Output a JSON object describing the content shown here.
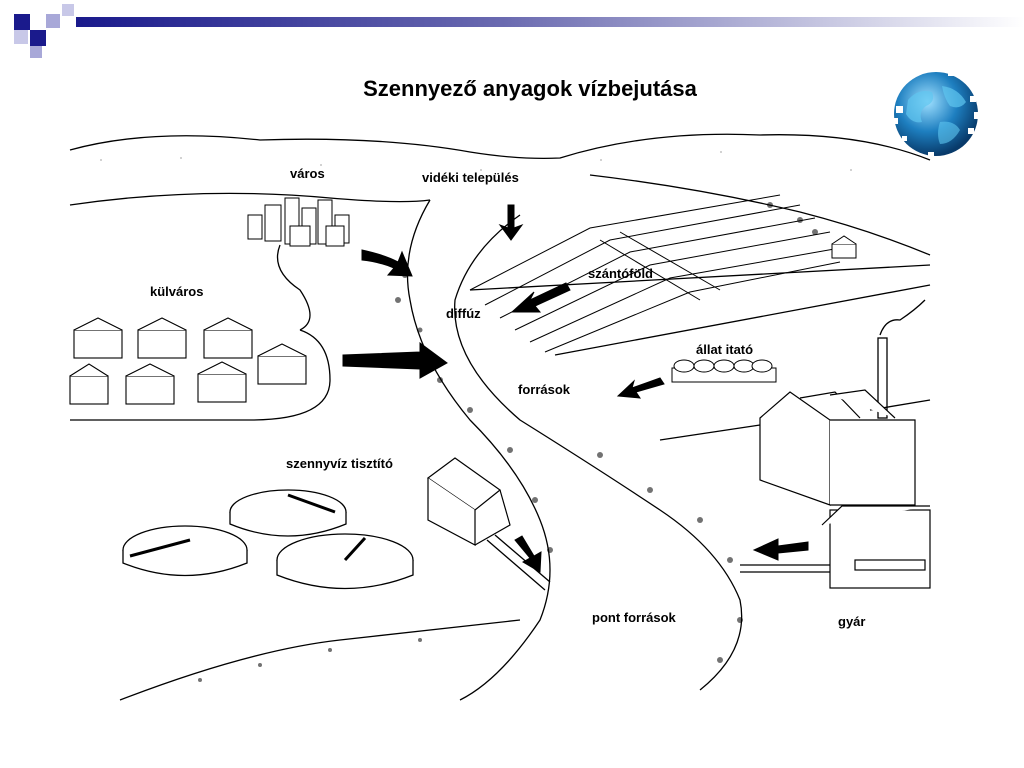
{
  "slide": {
    "title": "Szennyező anyagok vízbejutása",
    "accent_color": "#1a1a8c",
    "globe_icon": "globe-icon"
  },
  "diagram": {
    "labels": {
      "varos": "város",
      "videki": "vidéki település",
      "kulvaros": "külváros",
      "szantofold": "szántóföld",
      "diffuz": "diffúz",
      "allat_itato": "állat itató",
      "forrasok": "források",
      "szennyviz": "szennyvíz tisztító",
      "pont_forrasok": "pont források",
      "gyar": "gyár"
    }
  }
}
